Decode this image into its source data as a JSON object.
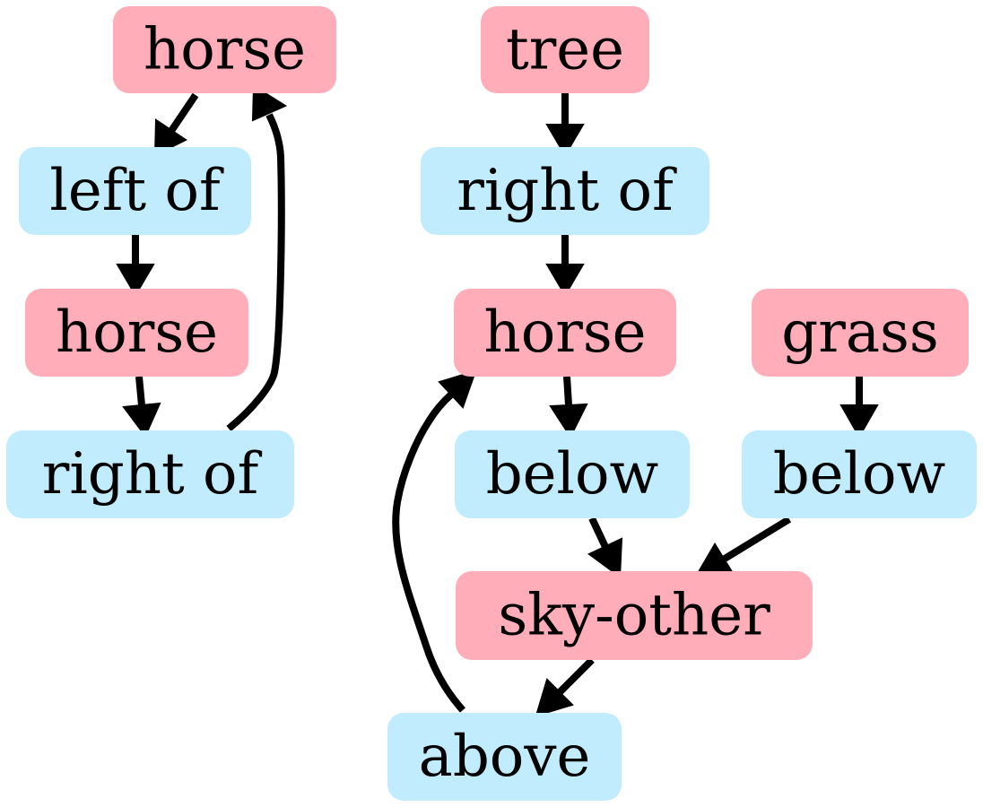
{
  "colors": {
    "object_fill": "#ffadb9",
    "relation_fill": "#c0ecfd",
    "edge": "#000000"
  },
  "nodes": {
    "horse_top": {
      "label": "horse",
      "kind": "object"
    },
    "left_of": {
      "label": "left of",
      "kind": "relation"
    },
    "horse_mid": {
      "label": "horse",
      "kind": "object"
    },
    "right_of_left": {
      "label": "right of",
      "kind": "relation"
    },
    "tree": {
      "label": "tree",
      "kind": "object"
    },
    "right_of_center": {
      "label": "right of",
      "kind": "relation"
    },
    "horse_center": {
      "label": "horse",
      "kind": "object"
    },
    "grass": {
      "label": "grass",
      "kind": "object"
    },
    "below_center": {
      "label": "below",
      "kind": "relation"
    },
    "below_right": {
      "label": "below",
      "kind": "relation"
    },
    "sky_other": {
      "label": "sky-other",
      "kind": "object"
    },
    "above": {
      "label": "above",
      "kind": "relation"
    }
  },
  "edges": [
    {
      "from": "horse_top",
      "to": "left_of"
    },
    {
      "from": "left_of",
      "to": "horse_mid"
    },
    {
      "from": "horse_mid",
      "to": "right_of_left"
    },
    {
      "from": "right_of_left",
      "to": "horse_top"
    },
    {
      "from": "tree",
      "to": "right_of_center"
    },
    {
      "from": "right_of_center",
      "to": "horse_center"
    },
    {
      "from": "horse_center",
      "to": "below_center"
    },
    {
      "from": "grass",
      "to": "below_right"
    },
    {
      "from": "below_center",
      "to": "sky_other"
    },
    {
      "from": "below_right",
      "to": "sky_other"
    },
    {
      "from": "sky_other",
      "to": "above"
    },
    {
      "from": "above",
      "to": "horse_center"
    }
  ]
}
